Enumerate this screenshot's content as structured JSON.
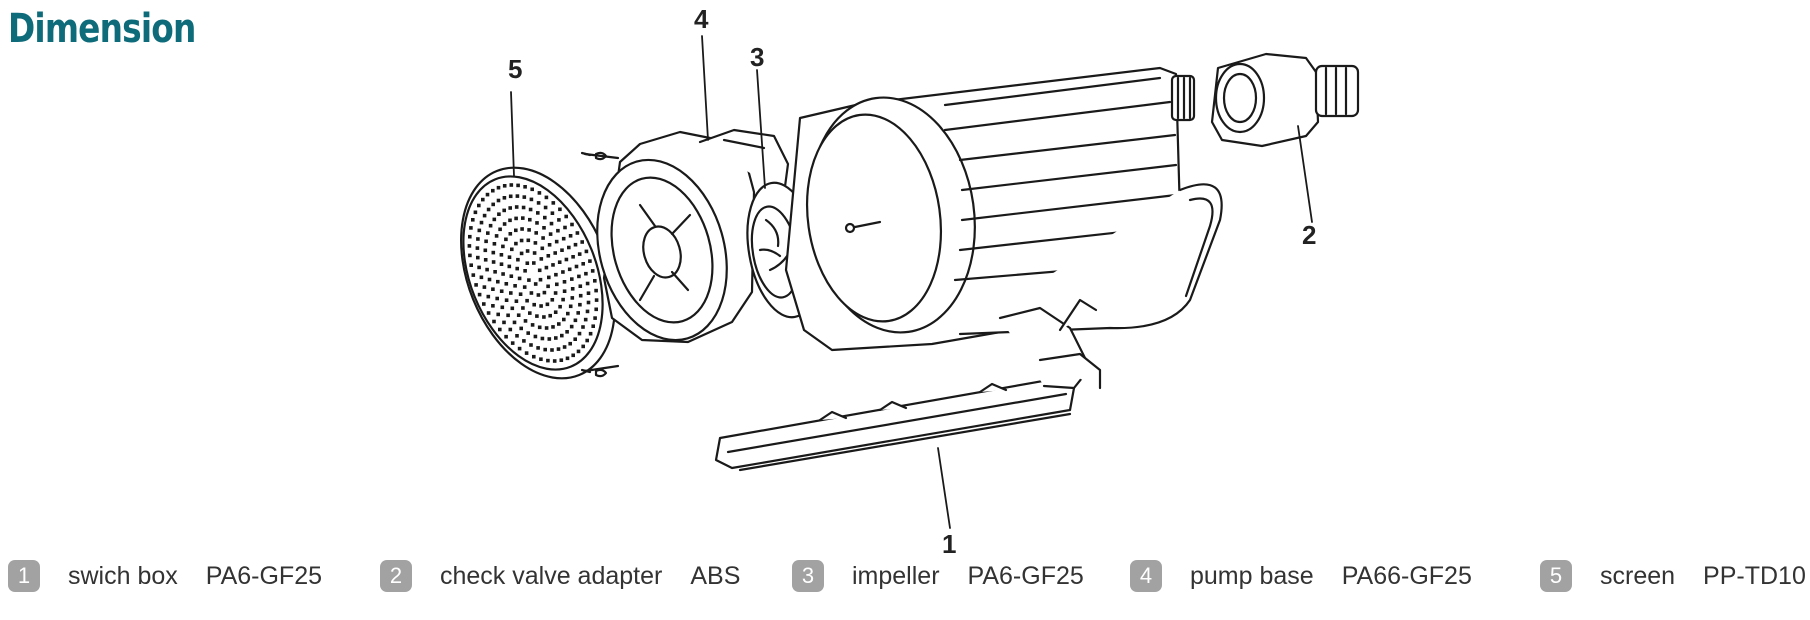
{
  "page": {
    "title": "Dimension"
  },
  "callouts": [
    "1",
    "2",
    "3",
    "4",
    "5"
  ],
  "legend": [
    {
      "number": "1",
      "name": "swich box",
      "material": "PA6-GF25"
    },
    {
      "number": "2",
      "name": "check valve adapter",
      "material": "ABS"
    },
    {
      "number": "3",
      "name": "impeller",
      "material": "PA6-GF25"
    },
    {
      "number": "4",
      "name": "pump base",
      "material": "PA66-GF25"
    },
    {
      "number": "5",
      "name": "screen",
      "material": "PP-TD10"
    }
  ],
  "colors": {
    "title": "#0e6b7a",
    "badge": "#a2a2a2",
    "line": "#1a1a1a"
  }
}
